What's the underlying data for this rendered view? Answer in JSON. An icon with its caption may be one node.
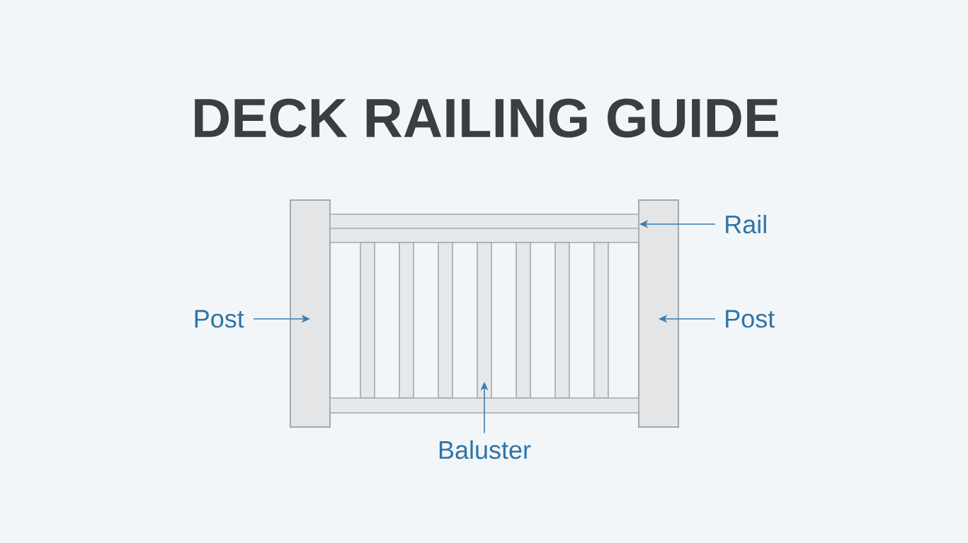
{
  "diagram": {
    "title": "DECK RAILING GUIDE",
    "nodes": [
      {
        "text": [],
        "shape": "box"
      },
      {
        "text": [],
        "shape": "box"
      },
      {
        "text": [],
        "shape": "bar"
      },
      {
        "text": [
          "Rail"
        ]
      },
      {
        "text": [],
        "shape": "bar"
      },
      {
        "text": [],
        "shape": "bar"
      },
      {
        "text": [],
        "shape": "bar"
      },
      {
        "text": [],
        "shape": "bar"
      },
      {
        "text": [],
        "shape": "bar"
      },
      {
        "text": [],
        "shape": "bar"
      },
      {
        "text": [],
        "shape": "bar"
      },
      {
        "text": [
          "Post"
        ]
      },
      {
        "text": [
          "Post"
        ]
      },
      {
        "text": [],
        "shape": "bar"
      },
      {
        "text": [
          "Baluster"
        ]
      }
    ],
    "edges": [
      {
        "from": 3,
        "to": 2,
        "arrow": "to"
      },
      {
        "from": 11,
        "to": 0,
        "arrow": "to"
      },
      {
        "from": 12,
        "to": 1,
        "arrow": "to"
      },
      {
        "from": 14,
        "to": 7,
        "arrow": "to"
      }
    ]
  }
}
